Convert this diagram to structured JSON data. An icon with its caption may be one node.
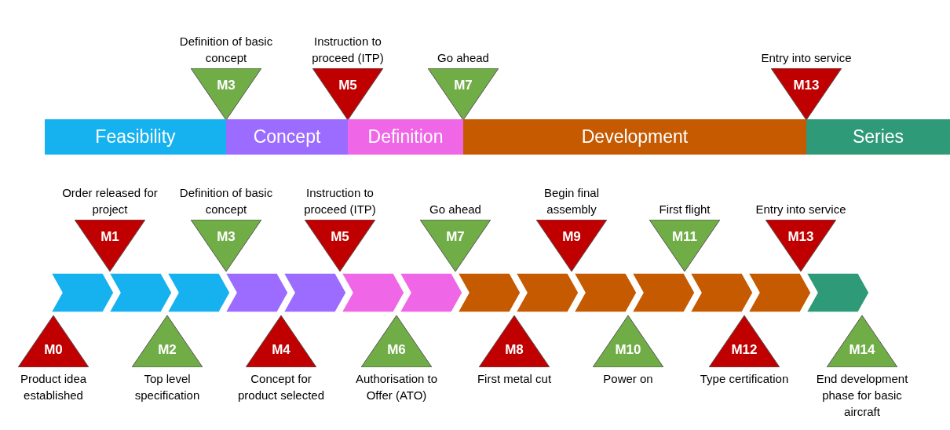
{
  "diagram": {
    "nodes": [
      {
        "text": [
          "M3"
        ],
        "beside": [
          "Definition of basic concept"
        ]
      },
      {
        "text": [
          "M5"
        ],
        "beside": [
          "Instruction to proceed (ITP)"
        ]
      },
      {
        "text": [
          "M7"
        ],
        "beside": [
          "Go ahead"
        ]
      },
      {
        "text": [
          "M13"
        ],
        "beside": [
          "Entry into service"
        ]
      },
      {
        "text": [
          "Feasibility"
        ]
      },
      {
        "text": [
          "Concept"
        ]
      },
      {
        "text": [
          "Definition"
        ]
      },
      {
        "text": [
          "Development"
        ]
      },
      {
        "text": [
          "Series"
        ]
      },
      {
        "text": [
          "M1"
        ],
        "beside": [
          "Order released for project"
        ]
      },
      {
        "text": [
          "M3"
        ],
        "beside": [
          "Definition of basic concept"
        ]
      },
      {
        "text": [
          "M5"
        ],
        "beside": [
          "Instruction to proceed (ITP)"
        ]
      },
      {
        "text": [
          "M7"
        ],
        "beside": [
          "Go ahead"
        ]
      },
      {
        "text": [
          "M9"
        ],
        "beside": [
          "Begin final assembly"
        ]
      },
      {
        "text": [
          "M11"
        ],
        "beside": [
          "First flight"
        ]
      },
      {
        "text": [
          "M13"
        ],
        "beside": [
          "Entry into service"
        ]
      },
      {
        "text": [],
        "shape": "chevron"
      },
      {
        "text": [],
        "shape": "chevron"
      },
      {
        "text": [],
        "shape": "chevron"
      },
      {
        "text": [],
        "shape": "chevron"
      },
      {
        "text": [],
        "shape": "chevron"
      },
      {
        "text": [],
        "shape": "chevron"
      },
      {
        "text": [],
        "shape": "chevron"
      },
      {
        "text": [],
        "shape": "chevron"
      },
      {
        "text": [],
        "shape": "chevron"
      },
      {
        "text": [],
        "shape": "chevron"
      },
      {
        "text": [],
        "shape": "chevron"
      },
      {
        "text": [],
        "shape": "chevron"
      },
      {
        "text": [],
        "shape": "chevron"
      },
      {
        "text": [],
        "shape": "chevron"
      },
      {
        "text": [
          "M0"
        ],
        "beside": [
          "Product idea established"
        ]
      },
      {
        "text": [
          "M2"
        ],
        "beside": [
          "Top level specification"
        ]
      },
      {
        "text": [
          "M4"
        ],
        "beside": [
          "Concept for product selected"
        ]
      },
      {
        "text": [
          "M6"
        ],
        "beside": [
          "Authorisation to Offer (ATO)"
        ]
      },
      {
        "text": [
          "M8"
        ],
        "beside": [
          "First metal cut"
        ]
      },
      {
        "text": [
          "M10"
        ],
        "beside": [
          "Power on"
        ]
      },
      {
        "text": [
          "M12"
        ],
        "beside": [
          "Type certification"
        ]
      },
      {
        "text": [
          "M14"
        ],
        "beside": [
          "End development phase for basic aircraft"
        ]
      }
    ],
    "edges": []
  }
}
